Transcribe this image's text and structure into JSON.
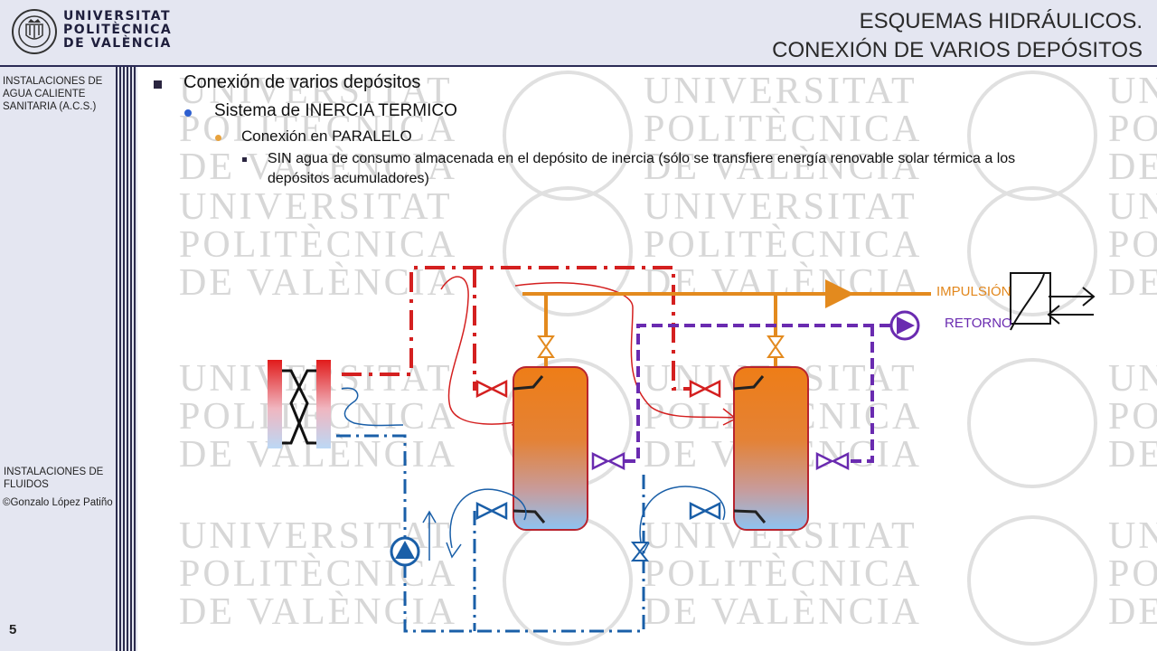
{
  "header": {
    "logo_lines": [
      "UNIVERSITAT",
      "POLITÈCNICA",
      "DE VALÈNCIA"
    ],
    "title_line1": "ESQUEMAS HIDRÁULICOS.",
    "title_line2": "CONEXIÓN DE VARIOS DEPÓSITOS"
  },
  "sidebar": {
    "course_line1": "INSTALACIONES DE",
    "course_line2": "AGUA CALIENTE",
    "course_line3": "SANITARIA (A.C.S.)",
    "subject_line1": "INSTALACIONES DE",
    "subject_line2": "FLUIDOS",
    "author": "©Gonzalo López Patiño",
    "page_number": "5"
  },
  "watermark": {
    "line1": "UNIVERSITAT",
    "line2": "POLITÈCNICA",
    "line3": "DE VALÈNCIA"
  },
  "content": {
    "level1": "Conexión de varios depósitos",
    "level2": "Sistema de INERCIA TERMICO",
    "level3": "Conexión en  PARALELO",
    "level4_line1": "SIN agua de consumo almacenada en el depósito de inercia (sólo se transfiere energía renovable solar térmica a los",
    "level4_line2": "depósitos acumuladores)"
  },
  "diagram": {
    "label_supply": "IMPULSIÓN",
    "label_return": "RETORNO",
    "colors": {
      "hot": "#d42020",
      "cold": "#1a5fa8",
      "supply": "#e38a1e",
      "return": "#6a2bb0",
      "tank_top": "#ee7d17",
      "tank_bottom": "#8ec3f2"
    }
  }
}
